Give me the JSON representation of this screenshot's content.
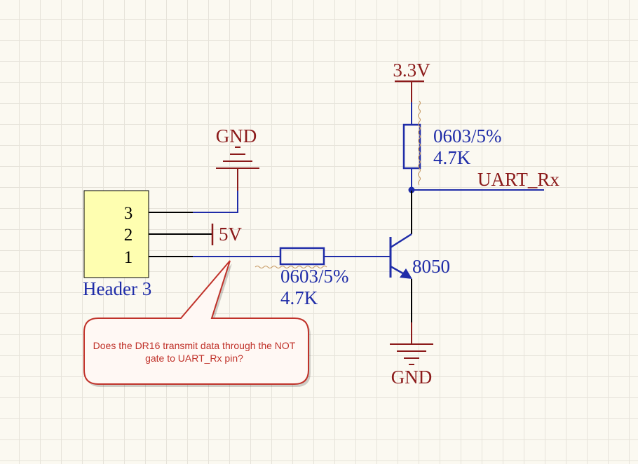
{
  "colors": {
    "wire": "#1f2ca8",
    "pin": "#000000",
    "power": "#8b1a1a",
    "part_text": "#1f2ca8",
    "header_fill": "#fefeb0",
    "callout_text": "#c0322a",
    "callout_border": "#c0322a"
  },
  "header": {
    "name": "Header 3",
    "pins": [
      "3",
      "2",
      "1"
    ]
  },
  "power_ports": {
    "gnd_top": "GND",
    "vcc_3v3": "3.3V",
    "vcc_5v": "5V",
    "gnd_bottom": "GND"
  },
  "resistor_pullup": {
    "package": "0603/5%",
    "value": "4.7K"
  },
  "resistor_base": {
    "package": "0603/5%",
    "value": "4.7K"
  },
  "transistor": {
    "part": "8050"
  },
  "net_label": "UART_Rx",
  "callout": {
    "text": "Does the DR16 transmit data through the NOT gate to UART_Rx pin?"
  }
}
